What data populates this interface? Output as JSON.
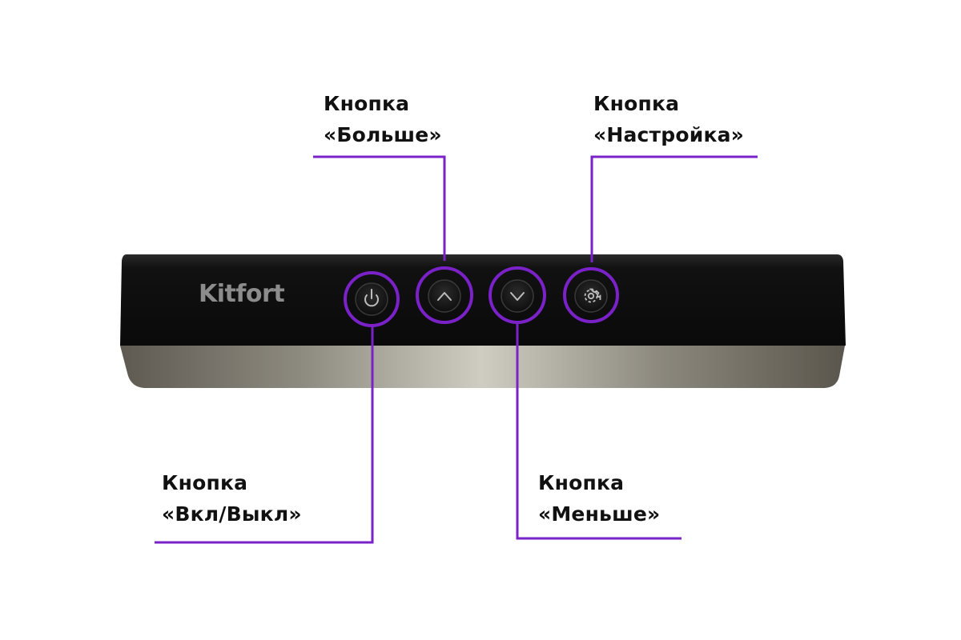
{
  "brand": "Kitfort",
  "accent_color": "#7a22c8",
  "callouts": {
    "plus": {
      "line1": "Кнопка",
      "line2": "«Больше»",
      "icon": "chevron-up-icon"
    },
    "settings": {
      "line1": "Кнопка",
      "line2": "«Настройка»",
      "icon": "gear-icon"
    },
    "power": {
      "line1": "Кнопка",
      "line2": "«Вкл/Выкл»",
      "icon": "power-icon"
    },
    "minus": {
      "line1": "Кнопка",
      "line2": "«Меньше»",
      "icon": "chevron-down-icon"
    }
  }
}
